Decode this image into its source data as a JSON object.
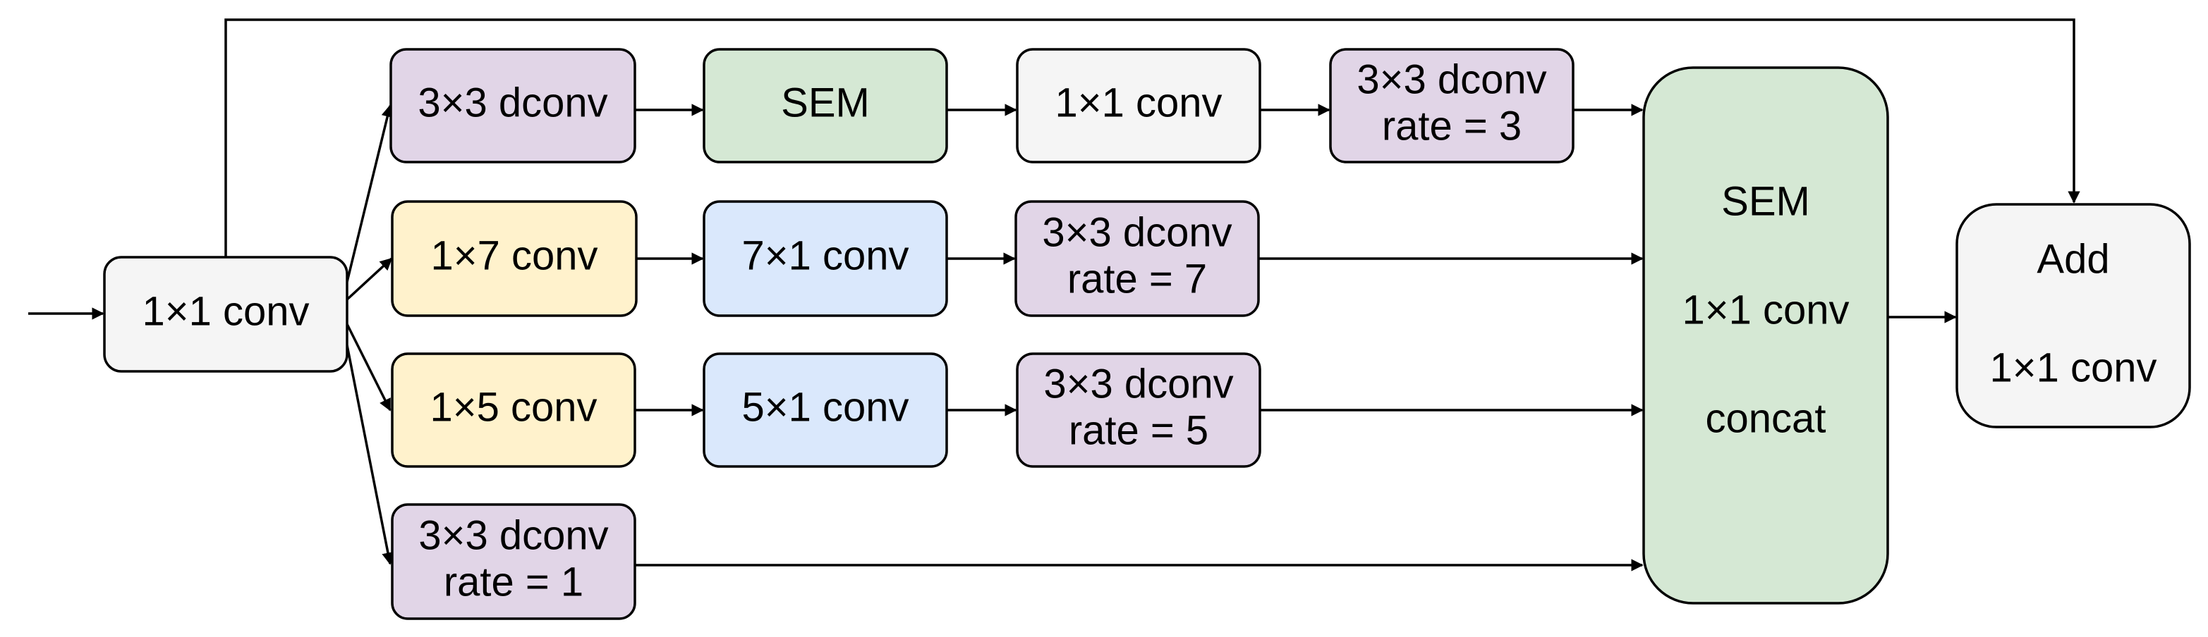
{
  "colors": {
    "purple": "#e1d5e7",
    "green": "#d5e8d4",
    "gray": "#f5f5f5",
    "yellow": "#fff2cc",
    "blue": "#dae8fc",
    "stroke": "#000000"
  },
  "nodes": {
    "input_conv": {
      "lines": [
        "1×1 conv"
      ],
      "fill": "gray"
    },
    "b1_dconv": {
      "lines": [
        "3×3 dconv"
      ],
      "fill": "purple"
    },
    "b1_sem": {
      "lines": [
        "SEM"
      ],
      "fill": "green"
    },
    "b1_conv": {
      "lines": [
        "1×1 conv"
      ],
      "fill": "gray"
    },
    "b1_dconv_rate": {
      "lines": [
        "3×3 dconv",
        "rate = 3"
      ],
      "fill": "purple"
    },
    "b2_conv_1x7": {
      "lines": [
        "1×7 conv"
      ],
      "fill": "yellow"
    },
    "b2_conv_7x1": {
      "lines": [
        "7×1 conv"
      ],
      "fill": "blue"
    },
    "b2_dconv_rate": {
      "lines": [
        "3×3 dconv",
        "rate = 7"
      ],
      "fill": "purple"
    },
    "b3_conv_1x5": {
      "lines": [
        "1×5 conv"
      ],
      "fill": "yellow"
    },
    "b3_conv_5x1": {
      "lines": [
        "5×1 conv"
      ],
      "fill": "blue"
    },
    "b3_dconv_rate": {
      "lines": [
        "3×3 dconv",
        "rate = 5"
      ],
      "fill": "purple"
    },
    "b4_dconv_rate": {
      "lines": [
        "3×3 dconv",
        "rate = 1"
      ],
      "fill": "purple"
    },
    "merge_block": {
      "labels": [
        "SEM",
        "1×1 conv",
        "concat"
      ],
      "fill": "green"
    },
    "output_block": {
      "labels": [
        "Add",
        "1×1 conv"
      ],
      "fill": "gray"
    }
  }
}
